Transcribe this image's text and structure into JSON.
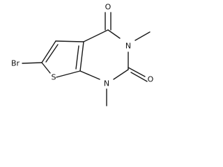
{
  "molecule": {
    "atoms": {
      "br": "Br",
      "s": "S",
      "n1": "N",
      "n3": "N",
      "o4": "O",
      "o2": "O"
    }
  }
}
